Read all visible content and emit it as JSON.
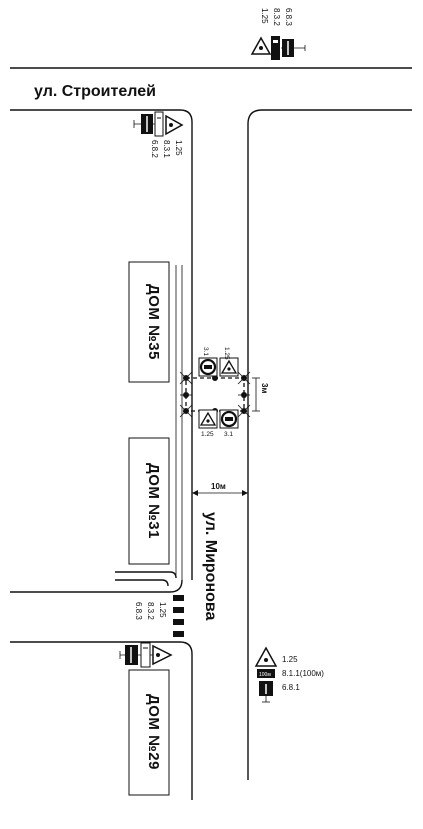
{
  "streets": {
    "top": "ул. Строителей",
    "main": "ул. Миронова"
  },
  "buildings": [
    {
      "label": "ДОМ №35"
    },
    {
      "label": "ДОМ №31"
    },
    {
      "label": "ДОМ №29"
    }
  ],
  "sign_groups": {
    "top_right": [
      "1.25",
      "8.3.2",
      "6.8.3"
    ],
    "upper_left": [
      "1.25",
      "8.3.1",
      "6.8.2"
    ],
    "lower_left": [
      "1.25",
      "8.3.2",
      "6.8.3"
    ],
    "right_side": [
      "1.25",
      "8.1.1(100м)",
      "6.8.1"
    ],
    "right_side_plate": "100м"
  },
  "work_zone": {
    "top_sign_labels": [
      "3.1",
      "1.25"
    ],
    "bottom_sign_labels": [
      "1.25",
      "3.1"
    ]
  },
  "dimensions": {
    "zone_length": "3м",
    "road_width": "10м"
  }
}
